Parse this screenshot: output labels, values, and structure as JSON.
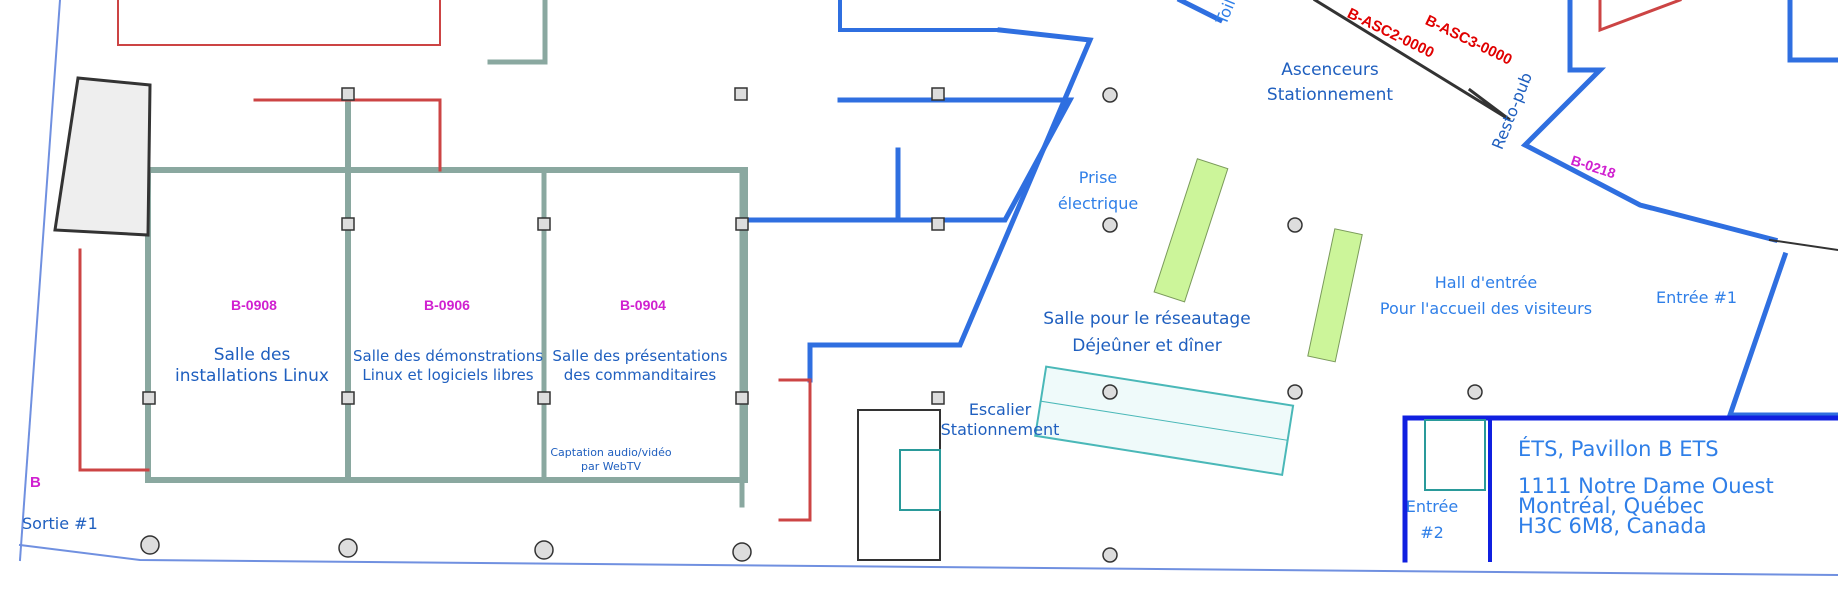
{
  "rooms": {
    "b0908": {
      "code": "B-0908",
      "line1": "Salle des",
      "line2": "installations Linux"
    },
    "b0906": {
      "code": "B-0906",
      "line1": "Salle des démonstrations",
      "line2": "Linux et logiciels libres"
    },
    "b0904": {
      "code": "B-0904",
      "line1": "Salle des présentations",
      "line2": "des commanditaires"
    },
    "b0218": {
      "code": "B-0218"
    }
  },
  "captation": {
    "line1": "Captation audio/vidéo",
    "line2": "par WebTV"
  },
  "exit1": {
    "marker": "B",
    "label": "Sortie #1"
  },
  "stairs": {
    "line1": "Escalier",
    "line2": "Stationnement"
  },
  "outlet": {
    "line1": "Prise",
    "line2": "électrique"
  },
  "networking": {
    "line1": "Salle pour le réseautage",
    "line2": "Déjeûner et dîner"
  },
  "hall": {
    "line1": "Hall d'entrée",
    "line2": "Pour l'accueil des visiteurs"
  },
  "entrance1": "Entrée #1",
  "entrance2": {
    "line1": "Entrée",
    "line2": "#2"
  },
  "toilet": "Toilette",
  "elevators": {
    "line1": "Ascenceurs",
    "line2": "Stationnement",
    "asc2": "B-ASC2-0000",
    "asc3": "B-ASC3-0000"
  },
  "restopub": "Resto-pub",
  "address": {
    "title": "ÉTS, Pavillon B ETS",
    "line1": "1111 Notre Dame Ouest",
    "line2": "Montréal, Québec",
    "line3": "H3C 6M8, Canada"
  },
  "colors": {
    "wall_blue": "#2f6fe0",
    "wall_gray": "#8aa8a0",
    "room_code": "#d020d0",
    "label": "#1f5fbf",
    "table": "#ccf59a"
  }
}
